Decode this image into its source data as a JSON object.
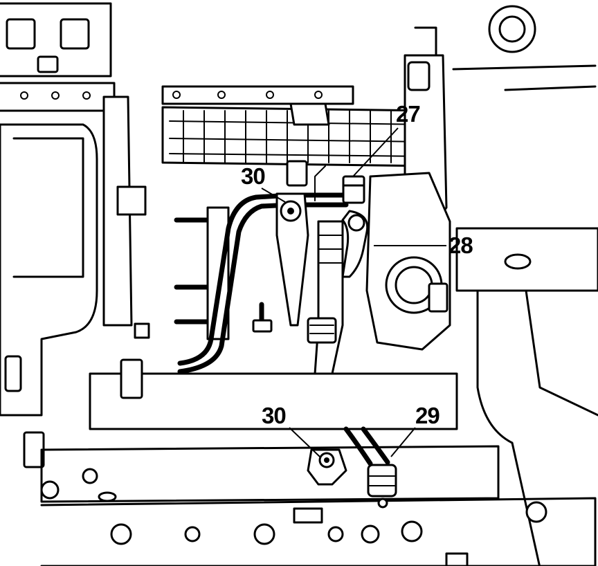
{
  "diagram": {
    "callouts": [
      {
        "id": "c27",
        "text": "27"
      },
      {
        "id": "c28",
        "text": "28"
      },
      {
        "id": "c29",
        "text": "29"
      },
      {
        "id": "c30-upper",
        "text": "30"
      },
      {
        "id": "c30-lower",
        "text": "30"
      }
    ],
    "colors": {
      "line": "#000000",
      "background": "#ffffff"
    }
  }
}
